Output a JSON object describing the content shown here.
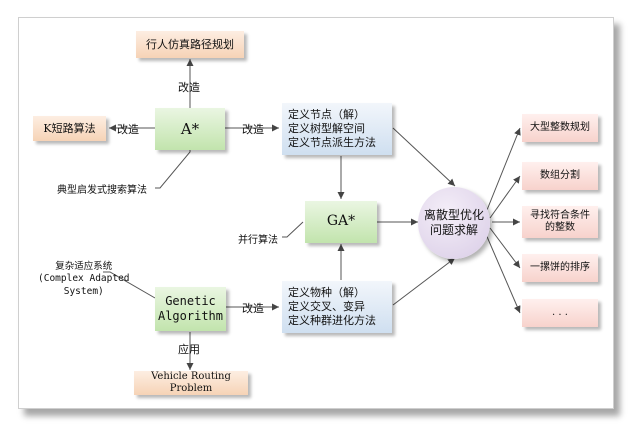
{
  "nodes": {
    "ped_path": "行人仿真路径规划",
    "k_short": "K短路算法",
    "a_star": "A*",
    "heuristic": "典型启发式搜索算法",
    "complex_l1": "复杂适应系统",
    "complex_l2": "(Complex Adapted",
    "complex_l3": "System)",
    "genetic_l1": "Genetic",
    "genetic_l2": "Algorithm",
    "vrp": "Vehicle Routing Problem",
    "def_node_l1": "定义节点（解）",
    "def_node_l2": "定义树型解空间",
    "def_node_l3": "定义节点派生方法",
    "def_species_l1": "定义物种（解）",
    "def_species_l2": "定义交叉、变异",
    "def_species_l3": "定义种群进化方法",
    "ga_star": "GA*",
    "parallel": "并行算法",
    "discrete_l1": "离散型优化",
    "discrete_l2": "问题求解",
    "out_1": "大型整数规划",
    "out_2": "数组分割",
    "out_3_l1": "寻找符合条件",
    "out_3_l2": "的整数",
    "out_4": "一摞饼的排序",
    "out_5": ". . ."
  },
  "edges": {
    "gai_zao": "改造",
    "ying_yong": "应用"
  }
}
